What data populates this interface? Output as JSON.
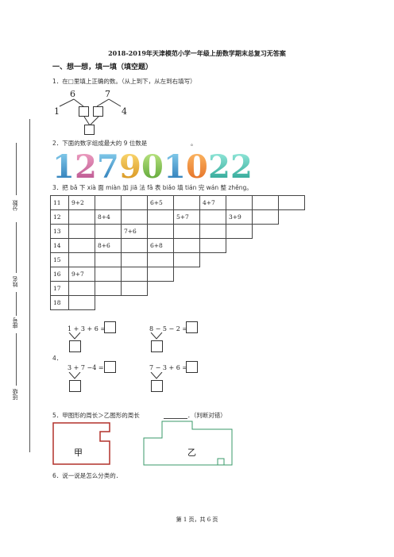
{
  "title": "2018-2019年天津模范小学一年级上册数学期末总复习无答案",
  "section1": "一、想一想，填一填（填空题）",
  "q1": {
    "text": "1．在□里填上正确的数。（从上到下，从左到右填写）",
    "nums": [
      "6",
      "7",
      "1",
      "4"
    ]
  },
  "q2": {
    "text": "2．下面的数字组成最大的 9 位数是",
    "dot": "。",
    "digits": [
      "1",
      "2",
      "7",
      "9",
      "0",
      "1",
      "0",
      "2",
      "2"
    ]
  },
  "q3": {
    "text": "3．把 bǎ 下 xià 面 miàn 加 jiā 法 fǎ 表 biǎo 填 tián 完 wán 整 zhěng。",
    "rows": [
      [
        "11",
        "9+2",
        "",
        "",
        "6+5",
        "",
        "4+7",
        "",
        "",
        ""
      ],
      [
        "12",
        "",
        "8+4",
        "",
        "",
        "5+7",
        "",
        "3+9",
        ""
      ],
      [
        "13",
        "",
        "",
        "7+6",
        "",
        "",
        "",
        ""
      ],
      [
        "14",
        "",
        "8+6",
        "",
        "6+8",
        "",
        ""
      ],
      [
        "15",
        "",
        "",
        "",
        "",
        ""
      ],
      [
        "16",
        "9+7",
        "",
        "",
        ""
      ],
      [
        "17",
        "",
        "",
        ""
      ],
      [
        "18",
        ""
      ]
    ]
  },
  "q4": {
    "label": "4．",
    "exprs": [
      "1 + 3 + 6 =",
      "8 − 5 − 2 =",
      "3 + 7 −4 =",
      "7 − 3 + 6 ="
    ]
  },
  "q5": {
    "text": "5．甲图形的周长＞乙图形的周长",
    "judge": "．（判断对错）",
    "shape_a": "甲",
    "shape_b": "乙"
  },
  "q6": {
    "text": "6．说一说是怎么分类的．"
  },
  "sidebar": {
    "score": "分数",
    "name": "姓名",
    "seat": "座号",
    "class": "班级"
  },
  "footer": "第 1 页，共 6 页"
}
